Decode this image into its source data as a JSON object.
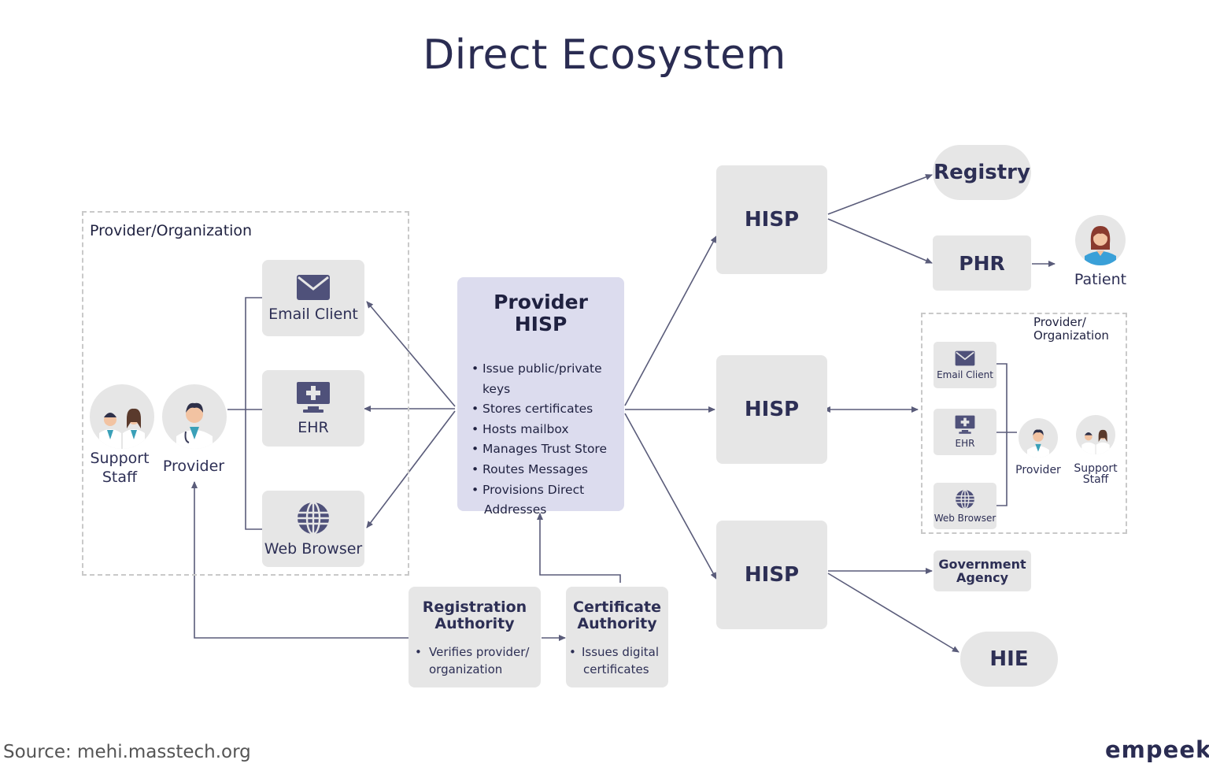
{
  "title": "Direct Ecosystem",
  "left_org": {
    "label": "Provider/Organization",
    "apps": [
      "Email Client",
      "EHR",
      "Web Browser"
    ],
    "people": {
      "support_staff": [
        "Support",
        "Staff"
      ],
      "provider": "Provider"
    }
  },
  "provider_hisp": {
    "title_line1": "Provider",
    "title_line2": "HISP",
    "bullets": [
      "Issue public/private keys",
      "Stores certificates",
      "Hosts mailbox",
      "Manages Trust Store",
      "Routes Messages",
      "Provisions Direct",
      "Addresses"
    ]
  },
  "registration_authority": {
    "title_line1": "Registration",
    "title_line2": "Authority",
    "bullet_line1": "Verifies provider/",
    "bullet_line2": "organization"
  },
  "certificate_authority": {
    "title_line1": "Certificate",
    "title_line2": "Authority",
    "bullet_line1": "Issues digital",
    "bullet_line2": "certificates"
  },
  "hisps": [
    "HISP",
    "HISP",
    "HISP"
  ],
  "registry": "Registry",
  "phr": "PHR",
  "patient": "Patient",
  "right_org": {
    "label_line1": "Provider/",
    "label_line2": "Organization",
    "apps": [
      "Email Client",
      "EHR",
      "Web Browser"
    ],
    "provider": "Provider",
    "support_staff": [
      "Support",
      "Staff"
    ]
  },
  "government_agency": {
    "line1": "Government",
    "line2": "Agency"
  },
  "hie": "HIE",
  "source": "Source: mehi.masstech.org",
  "brand": "empeek",
  "colors": {
    "box_grey": "#e6e6e6",
    "hisp_lavender": "#dcdcee",
    "navy": "#2d2f55",
    "line": "#5a5c7a"
  }
}
